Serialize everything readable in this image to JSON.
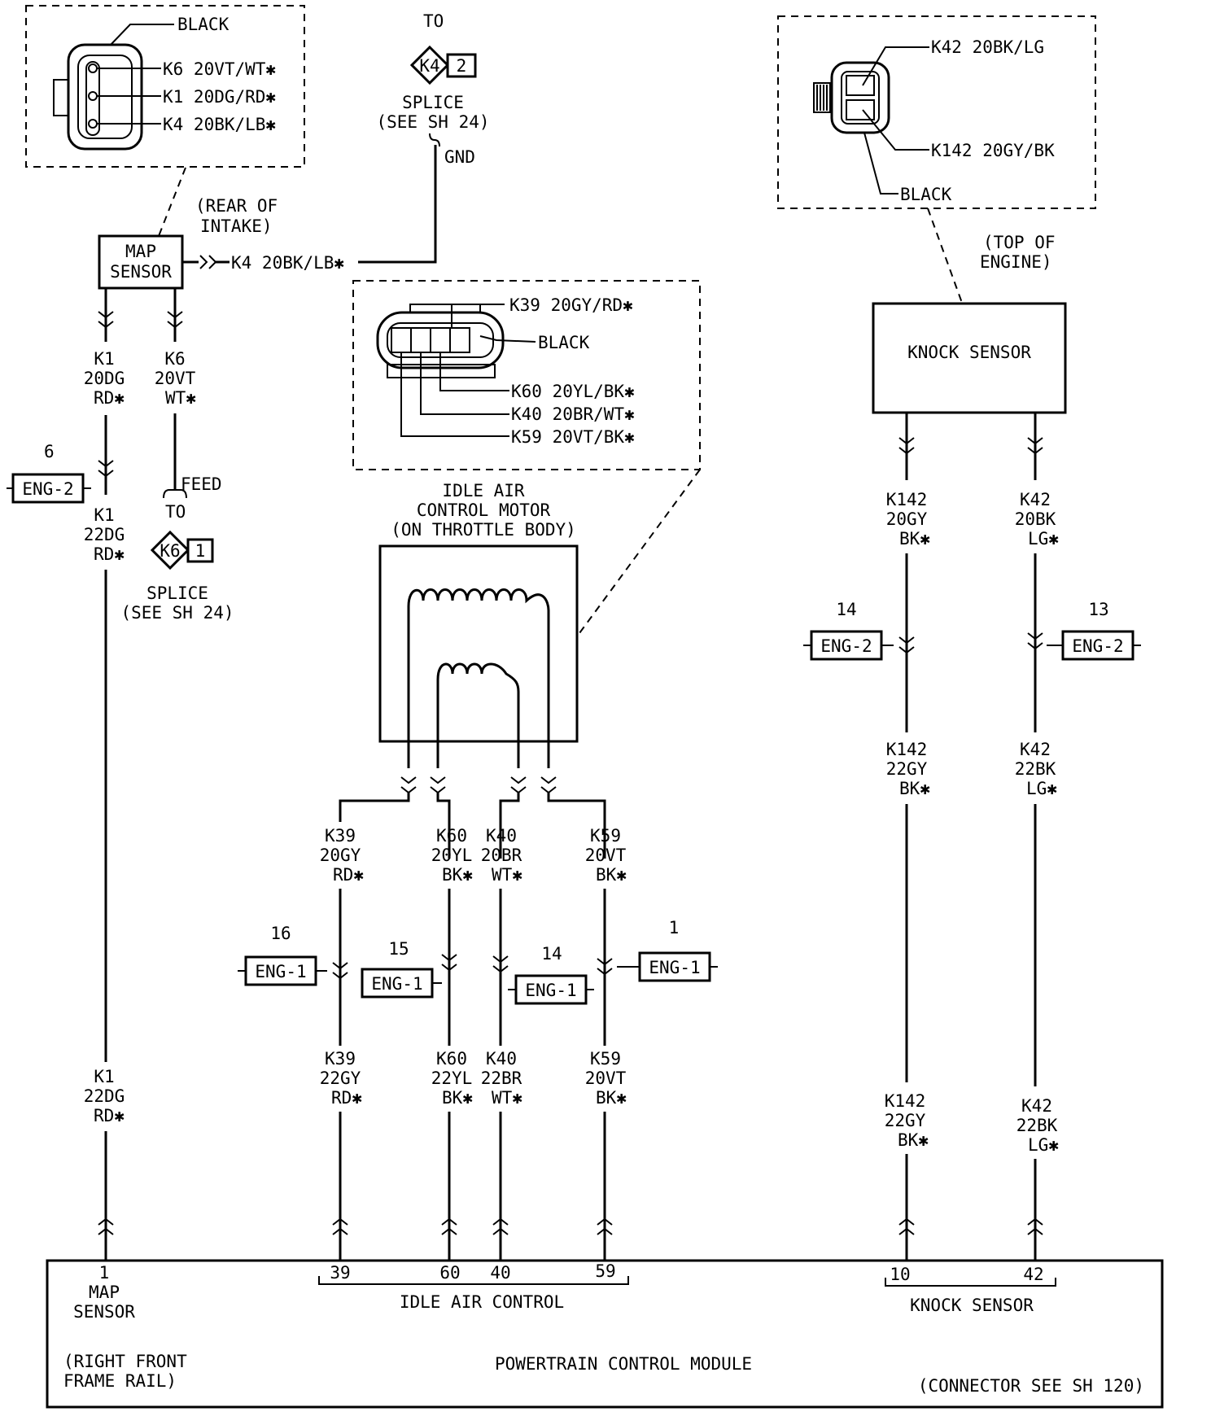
{
  "map_connector": {
    "color_label": "BLACK",
    "pin_labels": [
      "K6 20VT/WT✱",
      "K1 20DG/RD✱",
      "K4 20BK/LB✱"
    ]
  },
  "splice_top": {
    "to": "TO",
    "code": "K4",
    "num": "2",
    "name": "SPLICE",
    "ref": "(SEE SH 24)",
    "gnd": "GND"
  },
  "map_sensor": {
    "line1": "MAP",
    "line2": "SENSOR",
    "location": [
      "(REAR OF",
      "INTAKE)"
    ],
    "wire_out": "K4 20BK/LB✱"
  },
  "knock_connector": {
    "pin_labels": [
      "K42 20BK/LG",
      "K142 20GY/BK"
    ],
    "color_label": "BLACK"
  },
  "knock_sensor": {
    "label": "KNOCK SENSOR",
    "location": [
      "(TOP OF",
      "ENGINE)"
    ]
  },
  "iac_connector": {
    "color_label": "BLACK",
    "pin_labels": [
      "K39 20GY/RD✱",
      "K60 20YL/BK✱",
      "K40 20BR/WT✱",
      "K59 20VT/BK✱"
    ]
  },
  "iac_motor": {
    "title": [
      "IDLE AIR",
      "CONTROL MOTOR",
      "(ON THROTTLE BODY)"
    ]
  },
  "k1_wire": {
    "upper": [
      "K1",
      "20DG",
      "RD✱"
    ],
    "mid": [
      "K1",
      "22DG",
      "RD✱"
    ],
    "lower": [
      "K1",
      "22DG",
      "RD✱"
    ],
    "conn_num": "6",
    "conn": "ENG-2"
  },
  "k6_wire": {
    "upper": [
      "K6",
      "20VT",
      "WT✱"
    ],
    "feed": "FEED",
    "to": "TO",
    "splice_code": "K6",
    "splice_num": "1",
    "splice_name": "SPLICE",
    "splice_ref": "(SEE SH 24)"
  },
  "iac_wires": {
    "k39_upper": [
      "K39",
      "20GY",
      "RD✱"
    ],
    "k60_upper": [
      "K60",
      "20YL",
      "BK✱"
    ],
    "k40_upper": [
      "K40",
      "20BR",
      "WT✱"
    ],
    "k59_upper": [
      "K59",
      "20VT",
      "BK✱"
    ],
    "k39_lower": [
      "K39",
      "22GY",
      "RD✱"
    ],
    "k60_lower": [
      "K60",
      "22YL",
      "BK✱"
    ],
    "k40_lower": [
      "K40",
      "22BR",
      "WT✱"
    ],
    "k59_lower": [
      "K59",
      "20VT",
      "BK✱"
    ],
    "conn_k39": {
      "num": "16",
      "label": "ENG-1"
    },
    "conn_k60": {
      "num": "15",
      "label": "ENG-1"
    },
    "conn_k40": {
      "num": "14",
      "label": "ENG-1"
    },
    "conn_k59": {
      "num": "1",
      "label": "ENG-1"
    }
  },
  "knock_wires": {
    "k142_upper": [
      "K142",
      "20GY",
      "BK✱"
    ],
    "k42_upper": [
      "K42",
      "20BK",
      "LG✱"
    ],
    "k142_mid": [
      "K142",
      "22GY",
      "BK✱"
    ],
    "k42_mid": [
      "K42",
      "22BK",
      "LG✱"
    ],
    "k142_lower": [
      "K142",
      "22GY",
      "BK✱"
    ],
    "k42_lower": [
      "K42",
      "22BK",
      "LG✱"
    ],
    "conn_k142": {
      "num": "14",
      "label": "ENG-2"
    },
    "conn_k42": {
      "num": "13",
      "label": "ENG-2"
    }
  },
  "pcm": {
    "pin_map": "1",
    "map_label": [
      "MAP",
      "SENSOR"
    ],
    "pins_iac": [
      "39",
      "60",
      "40",
      "59"
    ],
    "iac_label": "IDLE AIR CONTROL",
    "pins_knock": [
      "10",
      "42"
    ],
    "knock_label": "KNOCK SENSOR",
    "location": [
      "(RIGHT FRONT",
      "FRAME RAIL)"
    ],
    "name": "POWERTRAIN CONTROL MODULE",
    "connector_ref": "(CONNECTOR SEE SH 120)"
  }
}
